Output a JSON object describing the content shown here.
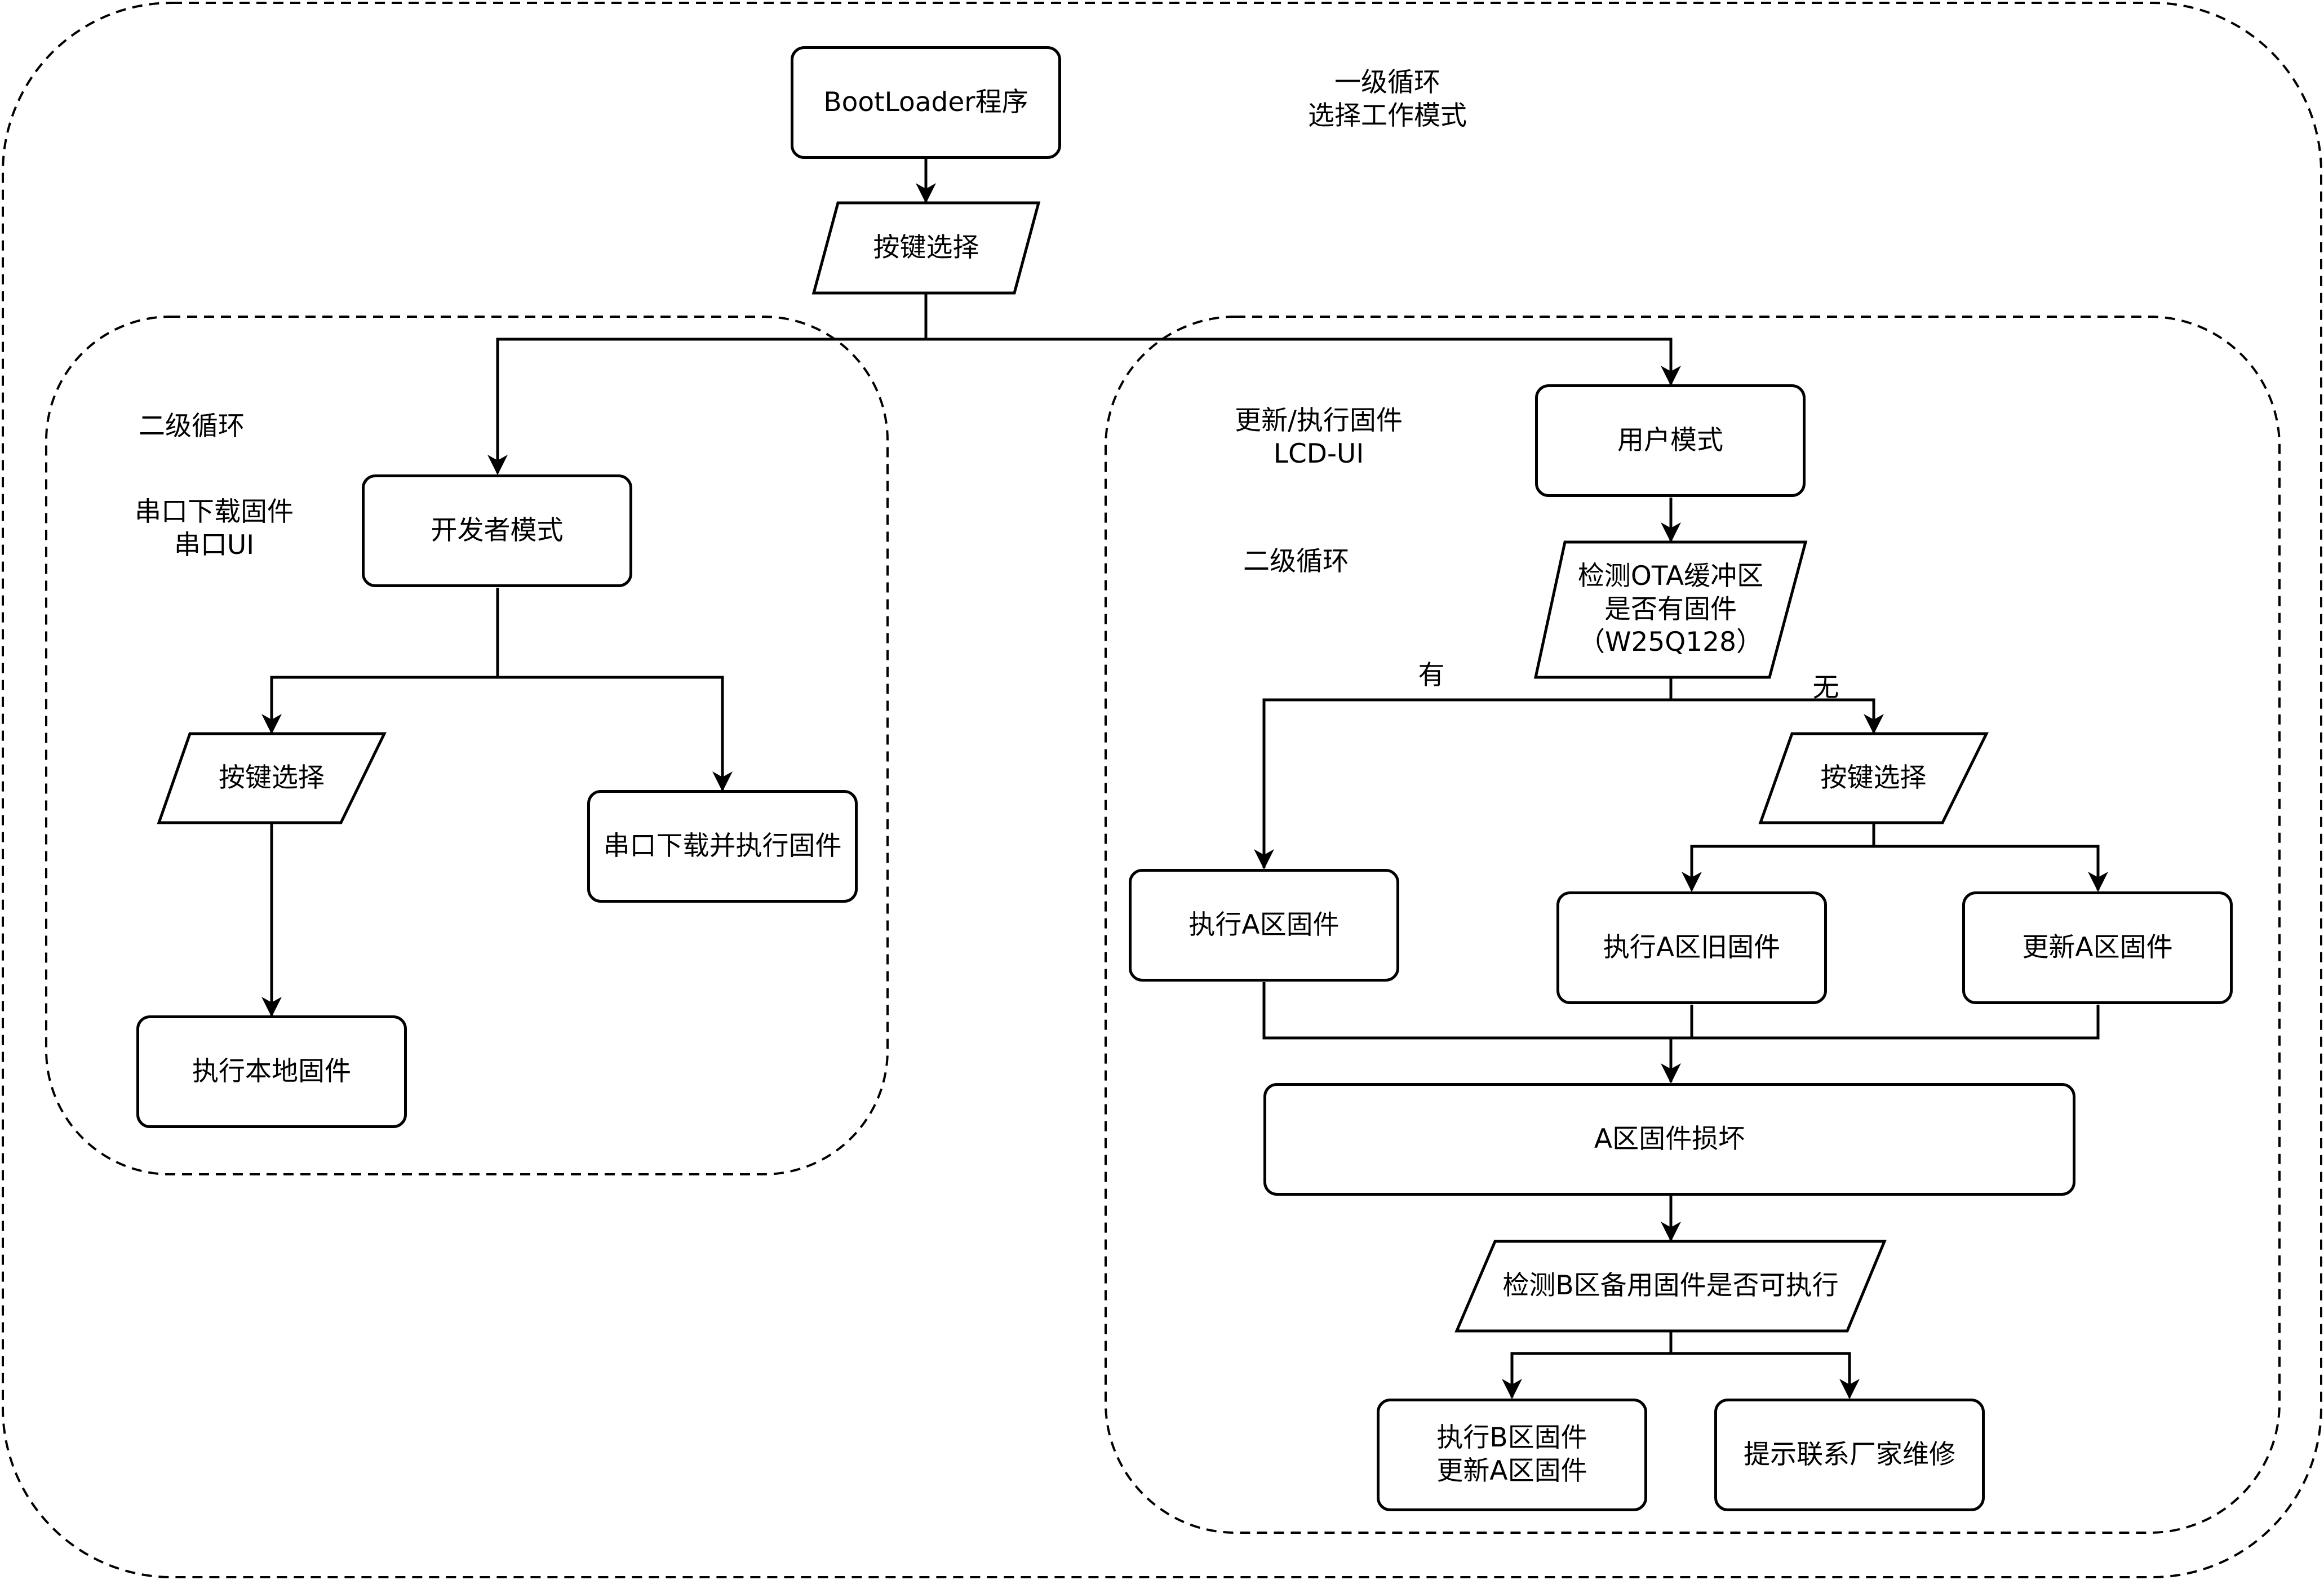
{
  "annotations": {
    "level1": "一级循环\n选择工作模式",
    "dev_level2": "二级循环",
    "dev_desc": "串口下载固件\n串口UI",
    "user_desc": "更新/执行固件\nLCD-UI",
    "user_level2": "二级循环"
  },
  "nodes": {
    "bootloader": "BootLoader程序",
    "key_select_top": "按键选择",
    "dev_mode": "开发者模式",
    "key_select_dev": "按键选择",
    "serial_download": "串口下载并执行固件",
    "exec_local": "执行本地固件",
    "user_mode": "用户模式",
    "check_ota": "检测OTA缓冲区\n是否有固件\n（W25Q128）",
    "key_select_user": "按键选择",
    "exec_a": "执行A区固件",
    "exec_a_old": "执行A区旧固件",
    "update_a": "更新A区固件",
    "a_damaged": "A区固件损坏",
    "check_b": "检测B区备用固件是否可执行",
    "exec_b_update_a": "执行B区固件\n更新A区固件",
    "contact_vendor": "提示联系厂家维修"
  },
  "edge_labels": {
    "yes": "有",
    "no": "无"
  }
}
